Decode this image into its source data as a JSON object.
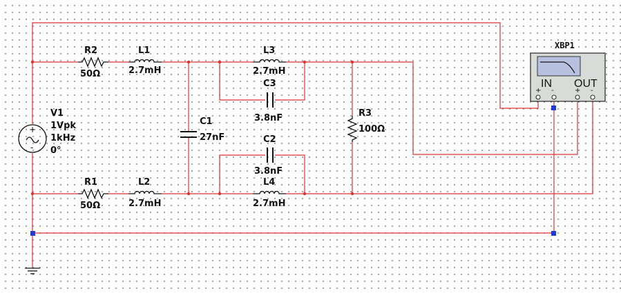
{
  "components": {
    "v1": {
      "name": "V1",
      "amplitude": "1Vpk",
      "frequency": "1kHz",
      "phase": "0°"
    },
    "r1": {
      "name": "R1",
      "value": "50Ω"
    },
    "r2": {
      "name": "R2",
      "value": "50Ω"
    },
    "r3": {
      "name": "R3",
      "value": "100Ω"
    },
    "l1": {
      "name": "L1",
      "value": "2.7mH"
    },
    "l2": {
      "name": "L2",
      "value": "2.7mH"
    },
    "l3": {
      "name": "L3",
      "value": "2.7mH"
    },
    "l4": {
      "name": "L4",
      "value": "2.7mH"
    },
    "c1": {
      "name": "C1",
      "value": "27nF"
    },
    "c2": {
      "name": "C2",
      "value": "3.8nF"
    },
    "c3": {
      "name": "C3",
      "value": "3.8nF"
    }
  },
  "instrument": {
    "name": "XBP1",
    "in_label": "IN",
    "out_label": "OUT",
    "plus": "+",
    "minus": "-"
  },
  "colors": {
    "wire": "#e03030",
    "junction_marker": "#1f3bd6",
    "instrument_body": "#d8dcd8",
    "screen": "#b8c0e0"
  }
}
